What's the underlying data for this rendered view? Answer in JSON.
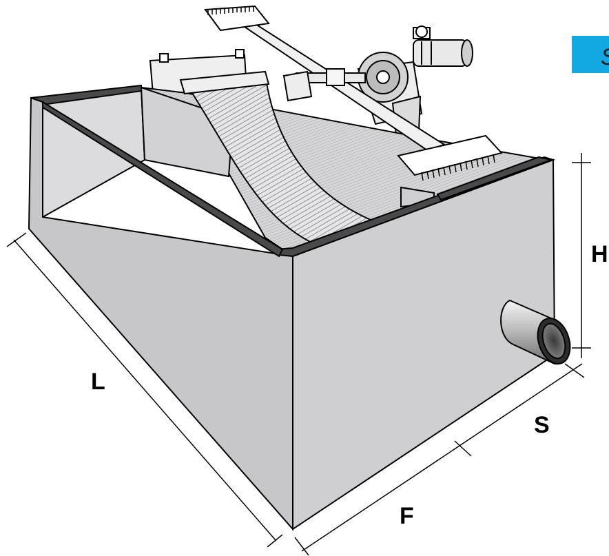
{
  "dimensions": {
    "L": "L",
    "H": "H",
    "S": "S",
    "F": "F"
  },
  "corner_tab": {
    "text": "S",
    "color": "#12a9e3"
  },
  "colors": {
    "tank_front": "#c7c7c9",
    "tank_right": "#cfcfd1",
    "rim": "#4a4a4a",
    "inner_wall": "#d9d9db",
    "floor": "#e3e3e5",
    "screen": "#bdbdbf"
  }
}
